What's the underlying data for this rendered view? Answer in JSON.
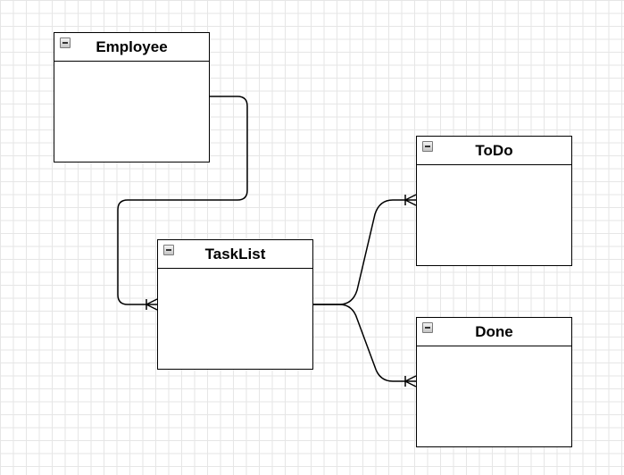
{
  "entities": {
    "employee": {
      "title": "Employee"
    },
    "tasklist": {
      "title": "TaskList"
    },
    "todo": {
      "title": "ToDo"
    },
    "done": {
      "title": "Done"
    }
  }
}
